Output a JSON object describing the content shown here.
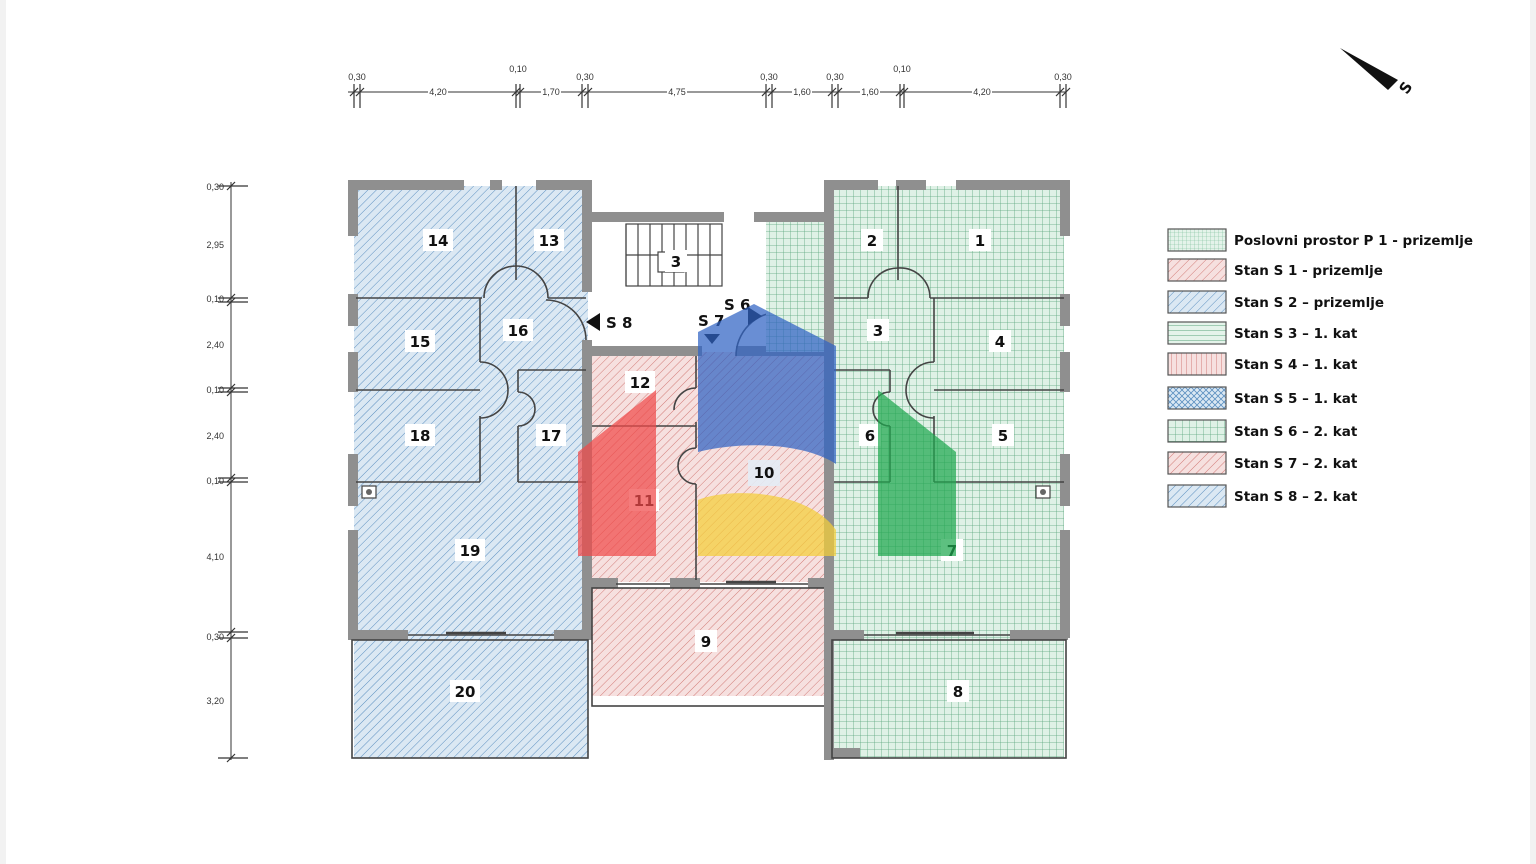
{
  "dimensions_top": [
    "0,30",
    "4,20",
    "0,10",
    "1,70",
    "0,30",
    "4,75",
    "0,30",
    "1,60",
    "0,30",
    "1,60",
    "0,10",
    "4,20",
    "0,30"
  ],
  "dimensions_left": [
    "0,30",
    "2,95",
    "0,10",
    "2,40",
    "0,10",
    "2,40",
    "0,10",
    "4,10",
    "0,30",
    "3,20"
  ],
  "rooms": [
    "1",
    "2",
    "3",
    "3",
    "4",
    "5",
    "6",
    "7",
    "8",
    "9",
    "10",
    "11",
    "12",
    "13",
    "14",
    "15",
    "16",
    "17",
    "18",
    "19",
    "20"
  ],
  "markers": {
    "s8": "S 8",
    "s7": "S 7",
    "s6": "S 6",
    "north": "S"
  },
  "legend": [
    {
      "label": "Poslovni prostor P 1 - prizemlje",
      "pattern": "grid-fine",
      "color": "#2f8f5f"
    },
    {
      "label": "Stan S 1 - prizemlje",
      "pattern": "diag-red",
      "color": "#c0392b"
    },
    {
      "label": "Stan S 2 – prizemlje",
      "pattern": "diag-blue",
      "color": "#2c6fa8"
    },
    {
      "label": "Stan S 3 – 1. kat",
      "pattern": "horiz-green",
      "color": "#2f8f5f"
    },
    {
      "label": "Stan S 4 – 1. kat",
      "pattern": "vert-red",
      "color": "#c0392b"
    },
    {
      "label": "Stan S 5 – 1. kat",
      "pattern": "cross-blue",
      "color": "#2c6fa8"
    },
    {
      "label": "Stan S 6 – 2. kat",
      "pattern": "grid-green",
      "color": "#2f8f5f"
    },
    {
      "label": "Stan S 7 – 2. kat",
      "pattern": "diag-red",
      "color": "#c0392b"
    },
    {
      "label": "Stan S 8 – 2. kat",
      "pattern": "diag-blue",
      "color": "#2c6fa8"
    }
  ],
  "colors": {
    "wall": "#8f8f8f",
    "blue_zone": "#dbe8f3",
    "red_zone": "#f6e0df",
    "green_zone": "#dff1e6"
  }
}
